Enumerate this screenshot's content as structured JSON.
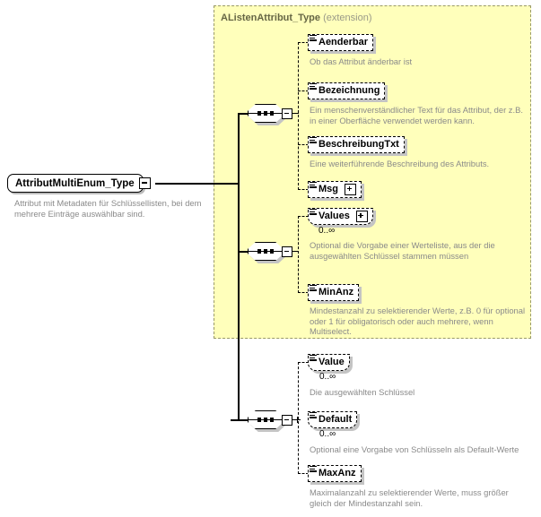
{
  "diagram": {
    "kind": "xsd-schema-diagram",
    "root": {
      "name": "AttributMultiEnum_Type",
      "doc": "Attribut mit Metadaten für Schlüssellisten, bei dem mehrere Einträge auswählbar sind.",
      "collapse_icon": "minus-icon"
    },
    "extension": {
      "base": "AListenAttribut_Type",
      "kind": "(extension)",
      "background": "#ffffbb",
      "border": "#999966"
    },
    "groups": [
      {
        "id": "sequence-1",
        "compositor": "sequence",
        "compositor_icon": "sequence-icon",
        "collapse_icon": "minus-icon",
        "inherited": true,
        "elements": [
          {
            "name": "Aenderbar",
            "optional": true,
            "repeating": false,
            "expandable": false,
            "multiplicity": "",
            "doc": "Ob das Attribut änderbar ist"
          },
          {
            "name": "Bezeichnung",
            "optional": true,
            "repeating": false,
            "expandable": false,
            "multiplicity": "",
            "doc": "Ein menschenverständlicher Text für das Attribut, der z.B. in einer Oberfläche verwendet werden kann."
          },
          {
            "name": "BeschreibungTxt",
            "optional": true,
            "repeating": false,
            "expandable": false,
            "multiplicity": "",
            "doc": "Eine weiterführende Beschreibung des Attributs."
          },
          {
            "name": "Msg",
            "optional": true,
            "repeating": false,
            "expandable": true,
            "expand_icon": "plus-icon",
            "multiplicity": "",
            "doc": ""
          }
        ]
      },
      {
        "id": "sequence-2",
        "compositor": "sequence",
        "compositor_icon": "sequence-icon",
        "collapse_icon": "minus-icon",
        "inherited": true,
        "elements": [
          {
            "name": "Values",
            "optional": true,
            "repeating": true,
            "expandable": true,
            "expand_icon": "plus-icon",
            "multiplicity": "0..∞",
            "doc": "Optional die Vorgabe einer Werteliste, aus der die ausgewählten Schlüssel stammen müssen"
          },
          {
            "name": "MinAnz",
            "optional": true,
            "repeating": false,
            "expandable": false,
            "multiplicity": "",
            "doc": "Mindestanzahl zu selektierender Werte, z.B. 0 für optional oder 1 für obligatorisch oder auch mehrere, wenn Multiselect."
          }
        ]
      },
      {
        "id": "sequence-3",
        "compositor": "sequence",
        "compositor_icon": "sequence-icon",
        "collapse_icon": "minus-icon",
        "inherited": false,
        "elements": [
          {
            "name": "Value",
            "optional": true,
            "repeating": true,
            "expandable": false,
            "multiplicity": "0..∞",
            "doc": "Die ausgewählten Schlüssel"
          },
          {
            "name": "Default",
            "optional": true,
            "repeating": true,
            "expandable": false,
            "multiplicity": "0..∞",
            "doc": "Optional eine Vorgabe von Schlüsseln als Default-Werte"
          },
          {
            "name": "MaxAnz",
            "optional": true,
            "repeating": false,
            "expandable": false,
            "multiplicity": "",
            "doc": "Maximalanzahl zu selektierender Werte, muss größer gleich der Mindestanzahl sein."
          }
        ]
      }
    ]
  }
}
